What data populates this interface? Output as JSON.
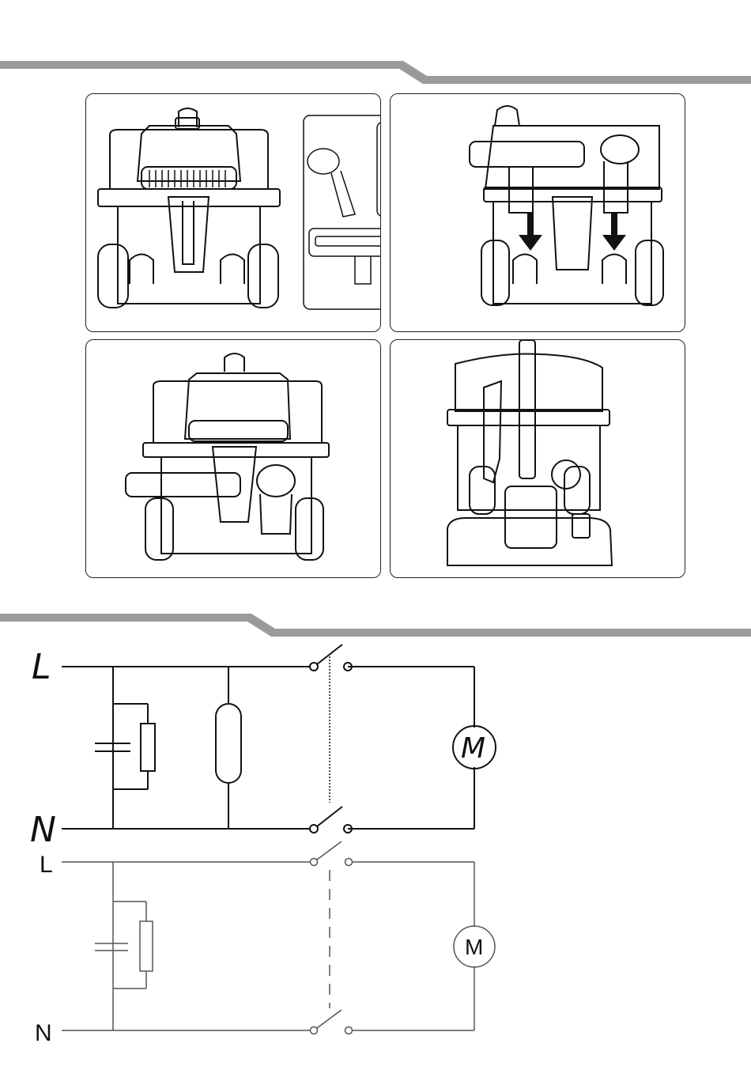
{
  "colors": {
    "band": "#9a9a9a",
    "line": "#111111",
    "grey_line": "#555555"
  },
  "panels": [
    {
      "id": "panel-1",
      "description_icon": "vacuum-front-view-icon"
    },
    {
      "id": "panel-2",
      "description_icon": "vacuum-attach-tools-icon"
    },
    {
      "id": "panel-3",
      "description_icon": "vacuum-tools-stored-icon"
    },
    {
      "id": "panel-4",
      "description_icon": "vacuum-hose-stored-icon"
    }
  ],
  "circuit_1": {
    "live_label": "L",
    "neutral_label": "N",
    "motor_label": "M"
  },
  "circuit_2": {
    "live_label": "L",
    "neutral_label": "N",
    "motor_label": "M"
  }
}
